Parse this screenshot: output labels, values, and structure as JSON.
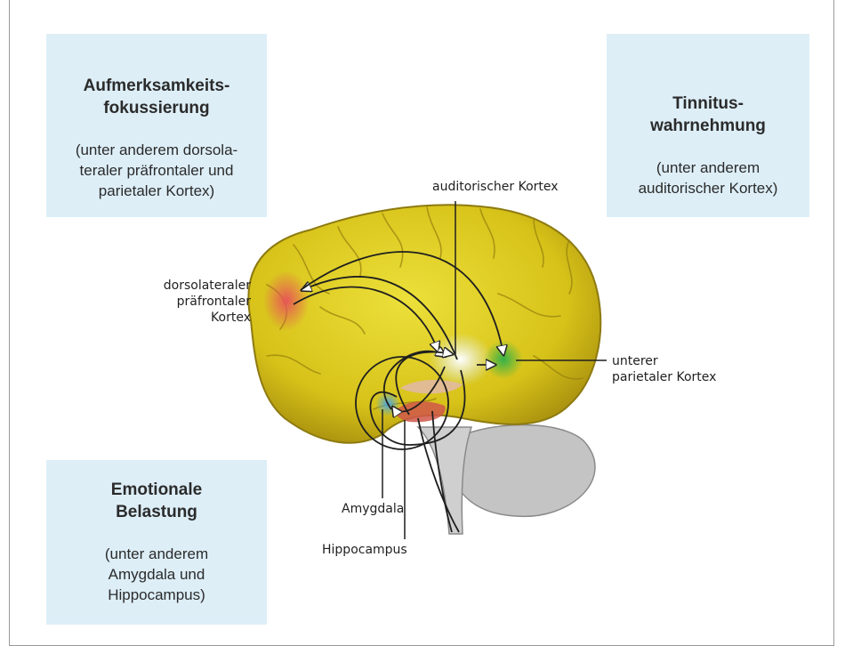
{
  "boxes": {
    "attention": {
      "title_1": "Aufmerksamkeits-",
      "title_2": "fokussierung",
      "desc_1": "(unter anderem dorsola-",
      "desc_2": "teraler präfrontaler und",
      "desc_3": "parietaler Kortex)"
    },
    "tinnitus": {
      "title_1": "Tinnitus-",
      "title_2": "wahrnehmung",
      "desc_1": "(unter anderem",
      "desc_2": "auditorischer Kortex)"
    },
    "emotion": {
      "title_1": "Emotionale",
      "title_2": "Belastung",
      "desc_1": "(unter anderem",
      "desc_2": "Amygdala und",
      "desc_3": "Hippocampus)"
    }
  },
  "labels": {
    "dlpfc_1": "dorsolateraler",
    "dlpfc_2": "präfrontaler Kortex",
    "auditory": "auditorischer Kortex",
    "parietal_1": "unterer",
    "parietal_2": "parietaler Kortex",
    "amygdala": "Amygdala",
    "hippocampus": "Hippocampus"
  },
  "colors": {
    "box_fill": "#ddeef7",
    "brain": "#d9c417",
    "dlpfc_region": "#e8505a",
    "auditory_region": "#e8f4f8",
    "parietal_region": "#2bb04a",
    "amygdala_region": "#4aa6e0",
    "hippocampus_region": "#d0574a",
    "cerebellum": "#b9b9b9"
  }
}
